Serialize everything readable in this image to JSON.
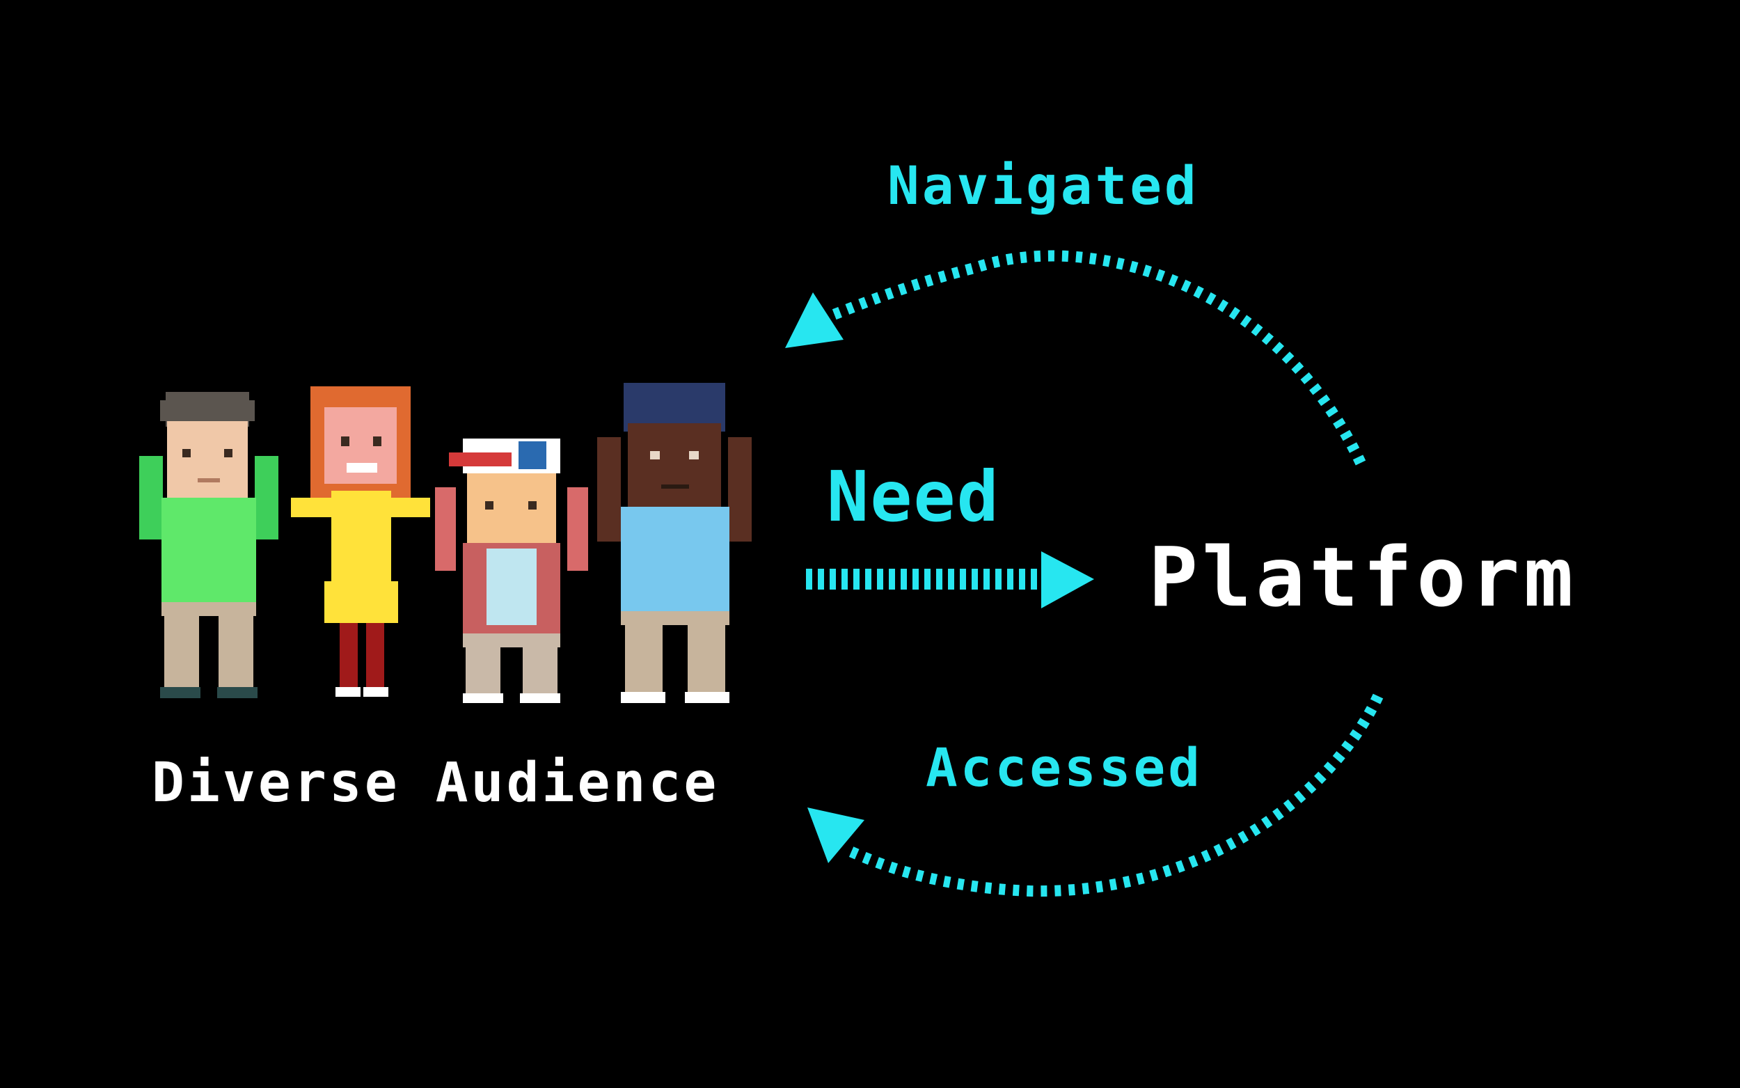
{
  "labels": {
    "navigated": "Navigated",
    "need": "Need",
    "accessed": "Accessed",
    "platform": "Platform",
    "audience": "Diverse Audience"
  },
  "colors": {
    "accent": "#27e6f0",
    "text": "#ffffff",
    "background": "#000000"
  },
  "icons": [
    "person-green-shirt-icon",
    "person-yellow-dress-icon",
    "person-cap-icon",
    "person-blue-shirt-icon"
  ]
}
